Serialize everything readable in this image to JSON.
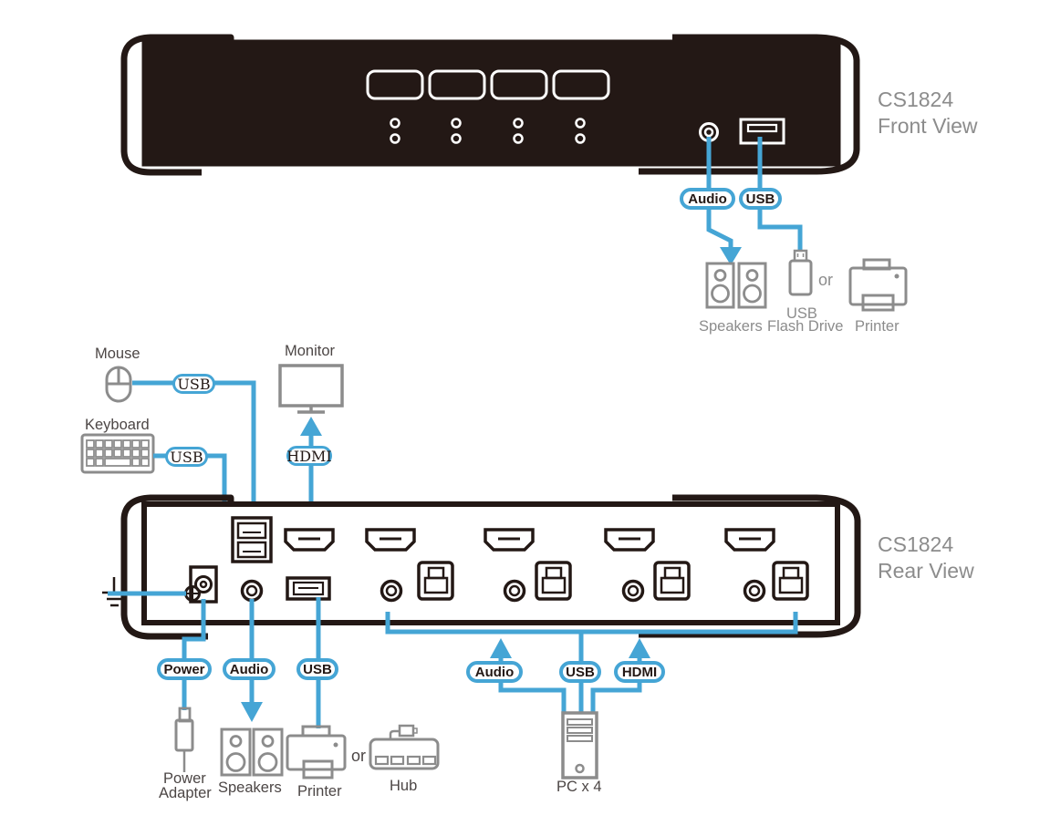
{
  "front_view": {
    "title_line1": "CS1824",
    "title_line2": "Front View",
    "audio_label": "Audio",
    "usb_label": "USB",
    "speakers_label": "Speakers",
    "flash_drive_label_line1": "USB",
    "flash_drive_label_line2": "Flash Drive",
    "or_label": "or",
    "printer_label": "Printer"
  },
  "console": {
    "mouse_label": "Mouse",
    "keyboard_label": "Keyboard",
    "monitor_label": "Monitor",
    "mouse_usb_label": "USB",
    "keyboard_usb_label": "USB",
    "monitor_hdmi_label": "HDMI"
  },
  "rear_view": {
    "title_line1": "CS1824",
    "title_line2": "Rear View",
    "power_label": "Power",
    "audio_label": "Audio",
    "usb_label": "USB",
    "power_adapter_label_line1": "Power",
    "power_adapter_label_line2": "Adapter",
    "speakers_label": "Speakers",
    "printer_label": "Printer",
    "or_label": "or",
    "hub_label": "Hub"
  },
  "pc_group": {
    "audio_label": "Audio",
    "usb_label": "USB",
    "hdmi_label": "HDMI",
    "pc_label": "PC x 4"
  },
  "colors": {
    "cable_blue": "#45A5D5",
    "device_dark": "#231815",
    "icon_gray": "#8C8C8C",
    "label_dark": "#4C4645",
    "label_gray": "#8C8C8C"
  }
}
